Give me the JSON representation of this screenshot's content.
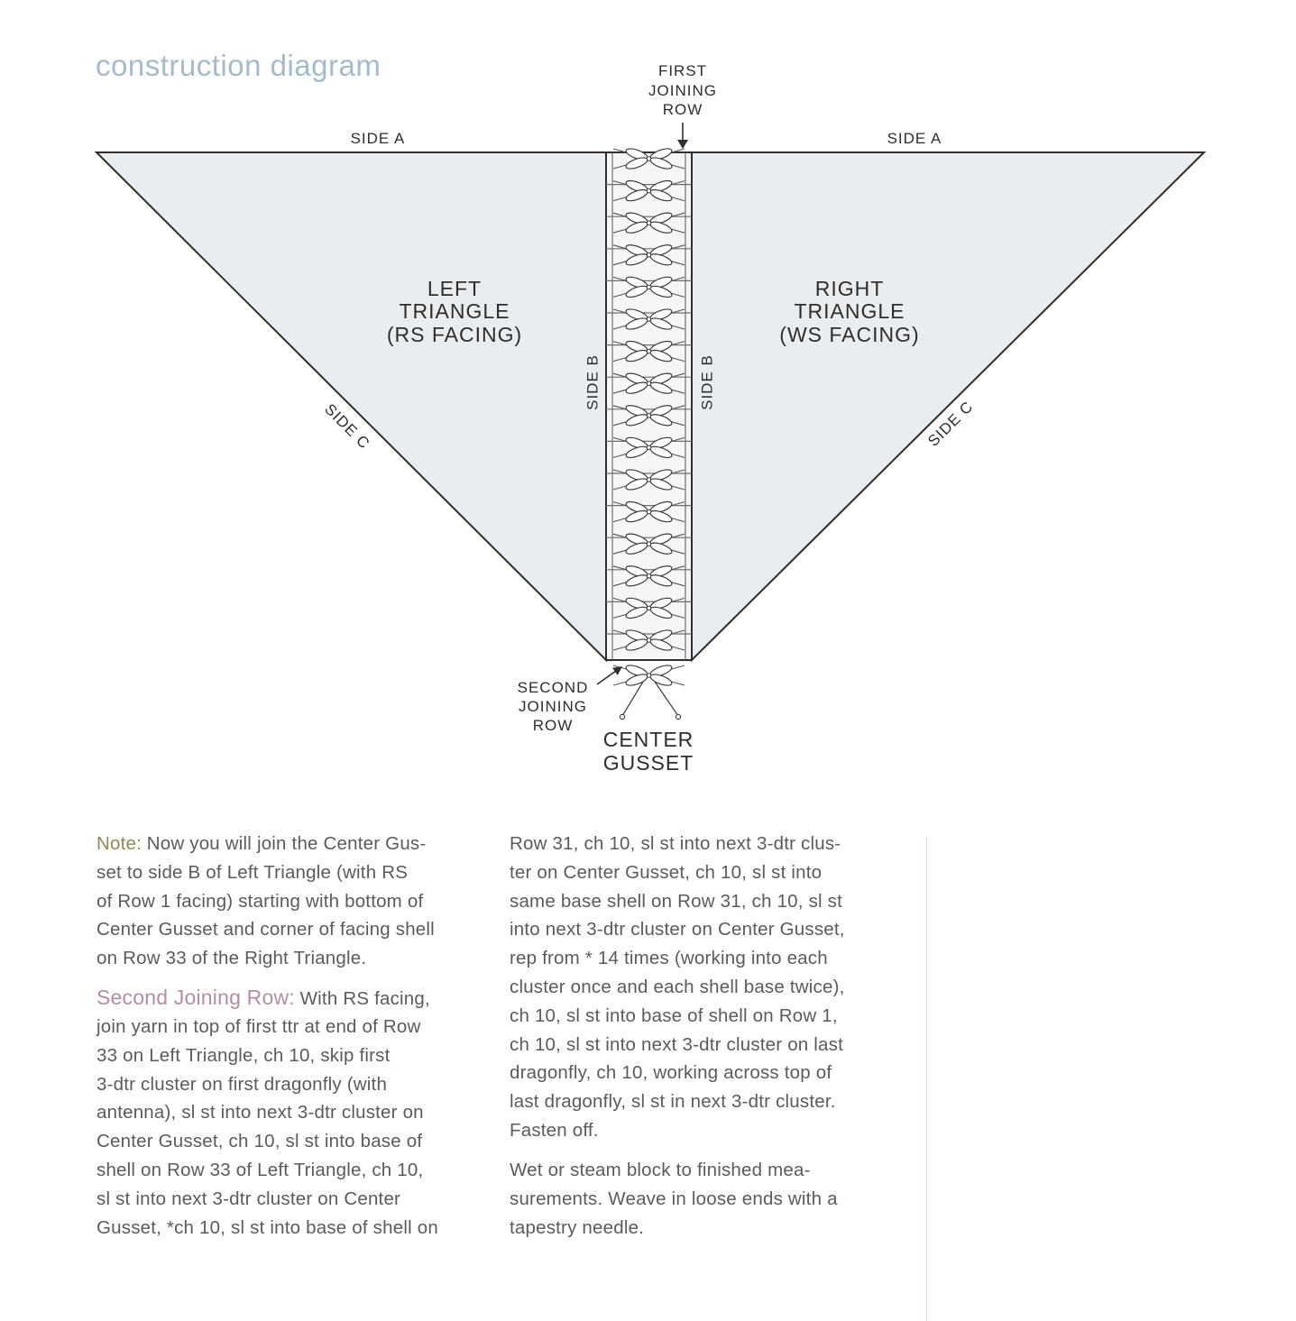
{
  "title": "construction diagram",
  "colors": {
    "title": "#a3bccb",
    "note_label": "#8d8a52",
    "section_heading": "#b48ca4",
    "triangle_fill": "#e9edf0",
    "outline": "#2e2e2e"
  },
  "diagram": {
    "first_joining_row": [
      "FIRST",
      "JOINING",
      "ROW"
    ],
    "side_a_left": "SIDE A",
    "side_a_right": "SIDE A",
    "left_triangle": [
      "LEFT",
      "TRIANGLE",
      "(RS FACING)"
    ],
    "right_triangle": [
      "RIGHT",
      "TRIANGLE",
      "(WS FACING)"
    ],
    "side_b_left": "SIDE B",
    "side_b_right": "SIDE B",
    "side_c_left": "SIDE C",
    "side_c_right": "SIDE C",
    "second_joining_row": [
      "SECOND",
      "JOINING",
      "ROW"
    ],
    "center_gusset": [
      "CENTER",
      "GUSSET"
    ]
  },
  "instructions": {
    "note": {
      "label": "Note:",
      "lines": [
        "Now you will join the Center Gus-",
        "set to side B of Left Triangle (with RS",
        "of Row 1 facing) starting with bottom of",
        "Center Gusset and corner of facing shell",
        "on Row 33 of the Right Triangle."
      ]
    },
    "second_joining_row": {
      "label": "Second Joining Row:",
      "lines": [
        "With RS facing,",
        "join yarn in top of first ttr at end of Row",
        "33 on Left Triangle, ch 10, skip first",
        "3-dtr cluster on first dragonfly (with",
        "antenna), sl st into next 3-dtr cluster on",
        "Center Gusset, ch 10, sl st into base of",
        "shell on Row 33 of Left Triangle, ch 10,",
        "sl st into next 3-dtr cluster on Center",
        "Gusset, *ch 10, sl st into base of shell on"
      ]
    },
    "continuation": {
      "lines": [
        "Row 31, ch 10, sl st into next 3-dtr clus-",
        "ter on Center Gusset, ch 10, sl st into",
        "same base shell on Row 31, ch 10, sl st",
        "into next 3-dtr cluster on Center Gusset,",
        "rep from * 14 times (working into each",
        "cluster once and each shell base twice),",
        "ch 10, sl st into base of shell on Row 1,",
        "ch 10, sl st into next 3-dtr cluster on last",
        "dragonfly, ch 10, working across top of",
        "last dragonfly, sl st in next 3-dtr cluster.",
        "Fasten off."
      ]
    },
    "blocking": {
      "lines": [
        "Wet or steam block to finished mea-",
        "surements. Weave in loose ends with a",
        "tapestry needle."
      ]
    }
  }
}
